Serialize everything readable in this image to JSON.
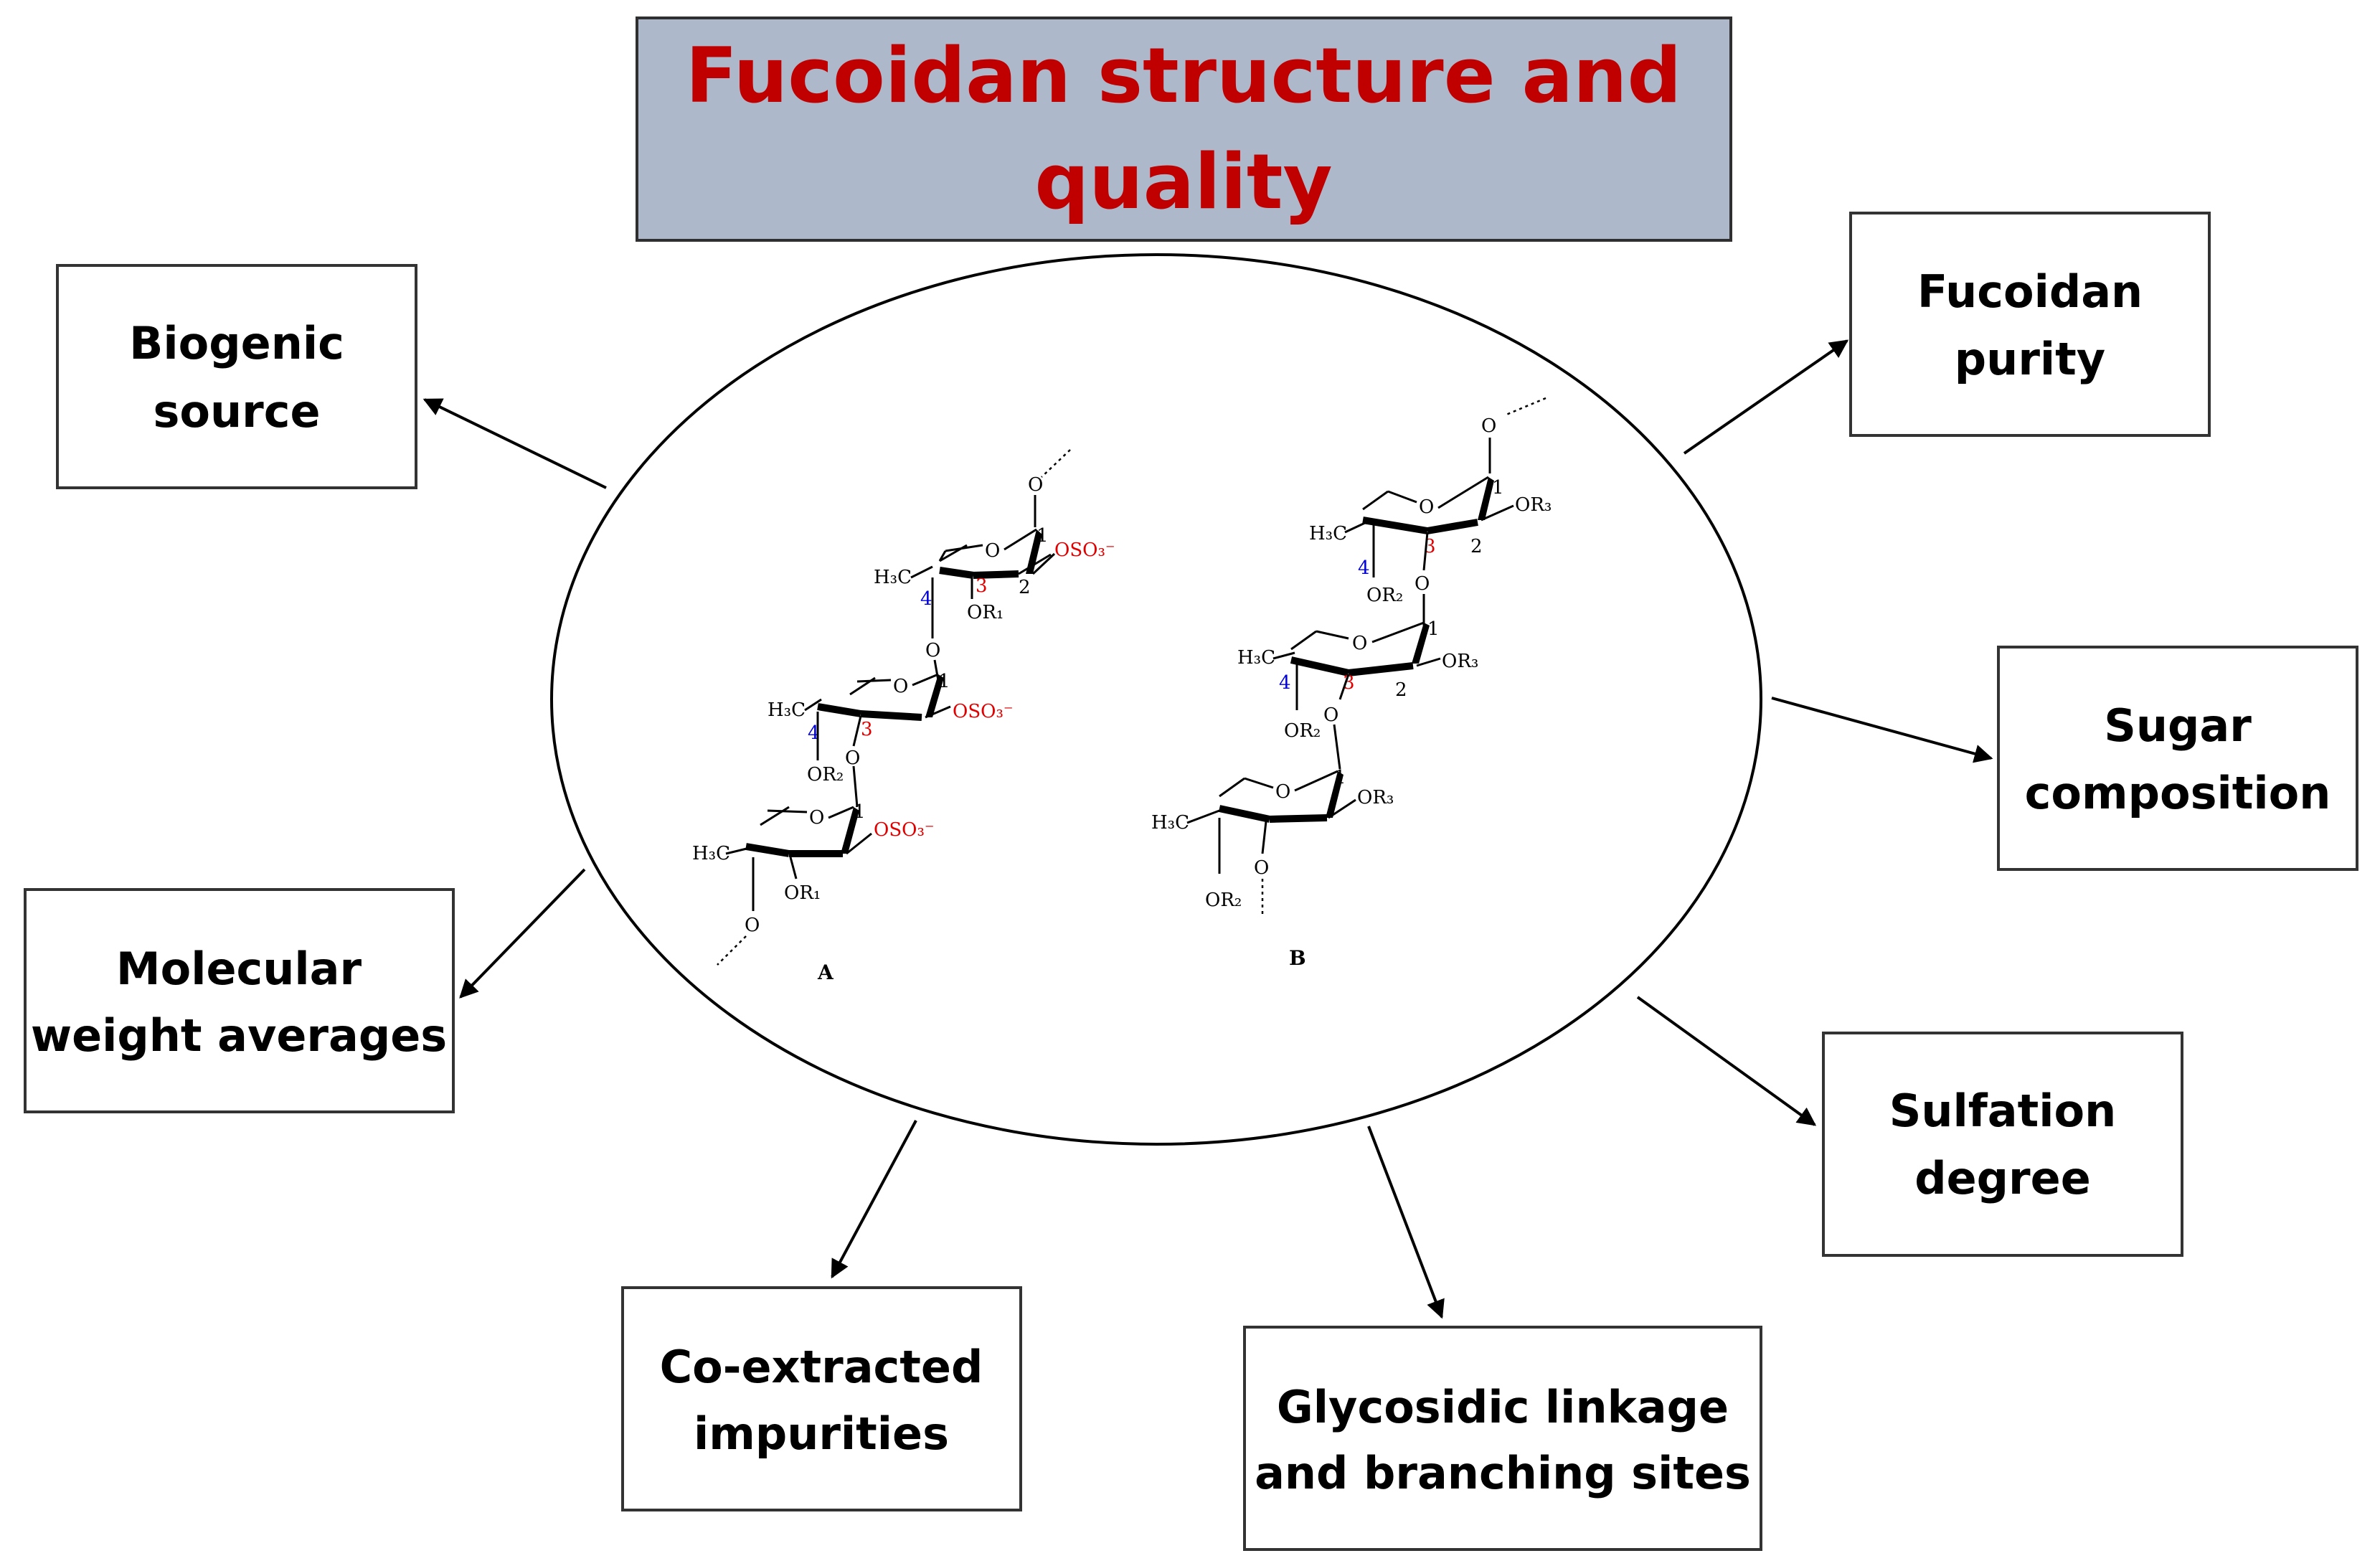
{
  "title": {
    "line1": "Fucoidan structure and",
    "line2": "quality"
  },
  "boxes": {
    "biogenic_source": {
      "line1": "Biogenic",
      "line2": "source"
    },
    "fucoidan_purity": {
      "line1": "Fucoidan",
      "line2": "purity"
    },
    "sugar_composition": {
      "line1": "Sugar",
      "line2": "composition"
    },
    "sulfation_degree": {
      "line1": "Sulfation",
      "line2": "degree"
    },
    "glycosidic_linkage": {
      "line1": "Glycosidic linkage",
      "line2": "and branching sites"
    },
    "co_extracted": {
      "line1": "Co-extracted",
      "line2": "impurities"
    },
    "molecular_weight": {
      "line1": "Molecular",
      "line2": "weight averages"
    }
  },
  "structures": {
    "a_label": "A",
    "b_label": "B",
    "h3c": "H₃C",
    "oso3": "OSO₃⁻",
    "or1": "OR₁",
    "or2": "OR₂",
    "or3": "OR₃",
    "o": "O",
    "pos1": "1",
    "pos2": "2",
    "pos3": "3",
    "pos4": "4"
  },
  "colors": {
    "title_bg": "#adb9ca",
    "title_text": "#c00000",
    "sulfate_red": "#e00000",
    "position_blue": "#0000dd"
  }
}
